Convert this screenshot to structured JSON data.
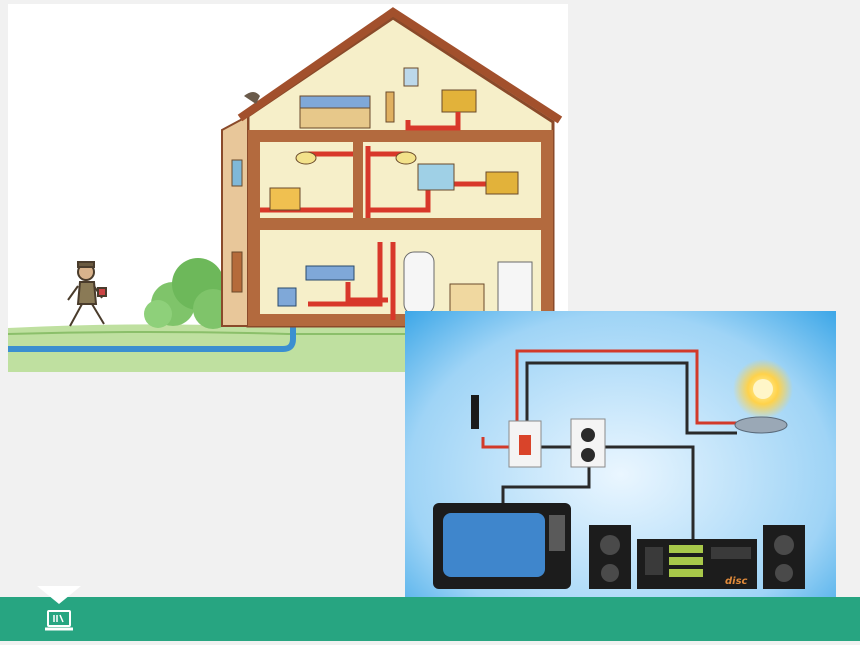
{
  "slide": {
    "background_color": "#f1f1f1",
    "accent_color": "#27a581"
  },
  "house_illustration": {
    "icon": "house-wiring-illustration",
    "wire_color": "#d8382a",
    "cable_color": "#3b8fd0"
  },
  "circuit_illustration": {
    "icon": "household-circuit-illustration",
    "device_label": "disc"
  },
  "footer": {
    "icon": "laptop-icon"
  }
}
